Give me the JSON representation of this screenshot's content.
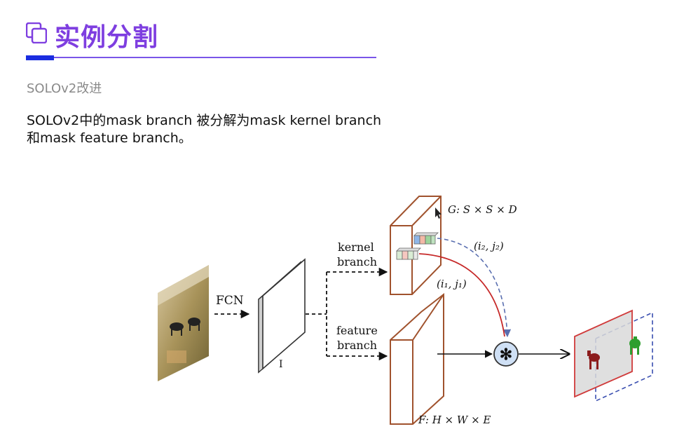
{
  "header": {
    "title": "实例分割",
    "subtitle": "SOLOv2改进",
    "accent_color": "#7e3ee0",
    "rule_color": "#1a2de0"
  },
  "body": {
    "text": "SOLOv2中的mask branch 被分解为mask kernel branch和mask feature branch。"
  },
  "diagram": {
    "fcn_label": "FCN",
    "feature_map_label": "I",
    "kernel_branch_label": [
      "kernel",
      "branch"
    ],
    "feature_branch_label": [
      "feature",
      "branch"
    ],
    "g_label": "G: S × S × D",
    "f_label": "F: H × W × E",
    "i2j2_label": "(i₂, j₂)",
    "i1j1_label": "(i₁, j₁)",
    "conv_symbol": "✻",
    "colors": {
      "tensor_border": "#a0522d",
      "red_arrow": "#c62828",
      "blue_dashed": "#5a6fb0",
      "conv_fill": "#cfe0f5",
      "mask_frame": "#d03a3a",
      "mask_dashed": "#3a4fb0"
    }
  }
}
